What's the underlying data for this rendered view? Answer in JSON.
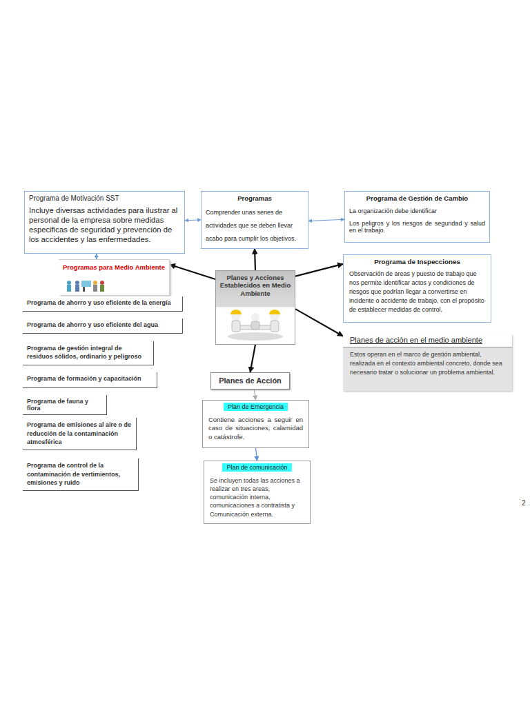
{
  "diagram": {
    "nodes": [
      {
        "text": [
          "Programa de Motivación SST",
          "Incluye diversas actividades para ilustrar al personal de la empresa sobre medidas especificas de seguridad y prevención de los accidentes y las enfermedades."
        ]
      },
      {
        "text": [
          "Programas",
          "Comprender unas series de actividades que se deben llevar acabo para cumplir los objetivos."
        ]
      },
      {
        "text": [
          "Programa de Gestión de Cambio",
          "La organización debe identificar",
          "Los peligros y los riesgos de seguridad y salud en el trabajo."
        ]
      },
      {
        "text": [
          "Programas para Medio Ambiente"
        ]
      },
      {
        "text": [
          "Planes y Acciones Establecidos en Medio Ambiente"
        ]
      },
      {
        "text": [
          "Programa de Inspecciones",
          "Observación de areas y puesto de trabajo que nos permite identificar actos y condiciones de riesgos que podrían llegar a convertirse en incidente o accidente de trabajo, con el propósito de establecer medidas de control."
        ]
      },
      {
        "text": [
          "Planes de acción en el medio ambiente",
          "Estos operan en el marco de gestión ambiental, realizada en el contexto ambiental concreto, donde sea necesario tratar o solucionar un problema ambiental."
        ]
      },
      {
        "text": [
          "Programa de ahorro y uso eficiente de la energía"
        ]
      },
      {
        "text": [
          "Programa de ahorro y uso eficiente del agua"
        ]
      },
      {
        "text": [
          "Programa de gestión integral de residuos sólidos, ordinario y peligroso"
        ]
      },
      {
        "text": [
          "Programa de formación y capacitación"
        ]
      },
      {
        "text": [
          "Programa de fauna y flora"
        ]
      },
      {
        "text": [
          "Programa de emisiones al aire o de reducción de la contaminación atmosférica"
        ]
      },
      {
        "text": [
          "Programa de control de la contaminación de vertimientos, emisiones y ruido"
        ]
      },
      {
        "text": [
          "Planes de Acción"
        ]
      },
      {
        "text": [
          "Plan de Emergencia",
          "Contiene acciones a seguir en caso de situaciones, calamidad o catástrofe."
        ]
      },
      {
        "text": [
          "Plan de comunicación",
          "Se incluyen todas las acciones a realizar en tres areas, comunicación interna, comunicaciones a contratista y Comunicación externa."
        ]
      }
    ],
    "edges": [
      {
        "from": 0,
        "to": 1,
        "arrow": "both"
      },
      {
        "from": 1,
        "to": 2,
        "arrow": "both"
      },
      {
        "from": 0,
        "to": 3,
        "arrow": "both"
      },
      {
        "from": 4,
        "to": 3,
        "arrow": "to"
      },
      {
        "from": 4,
        "to": 1,
        "arrow": "to"
      },
      {
        "from": 4,
        "to": 5,
        "arrow": "to"
      },
      {
        "from": 4,
        "to": 6,
        "arrow": "to"
      },
      {
        "from": 4,
        "to": 14,
        "arrow": "to"
      },
      {
        "from": 14,
        "to": 15,
        "arrow": "to"
      },
      {
        "from": 15,
        "to": 16,
        "arrow": "to"
      }
    ],
    "labels": [
      "2"
    ]
  }
}
